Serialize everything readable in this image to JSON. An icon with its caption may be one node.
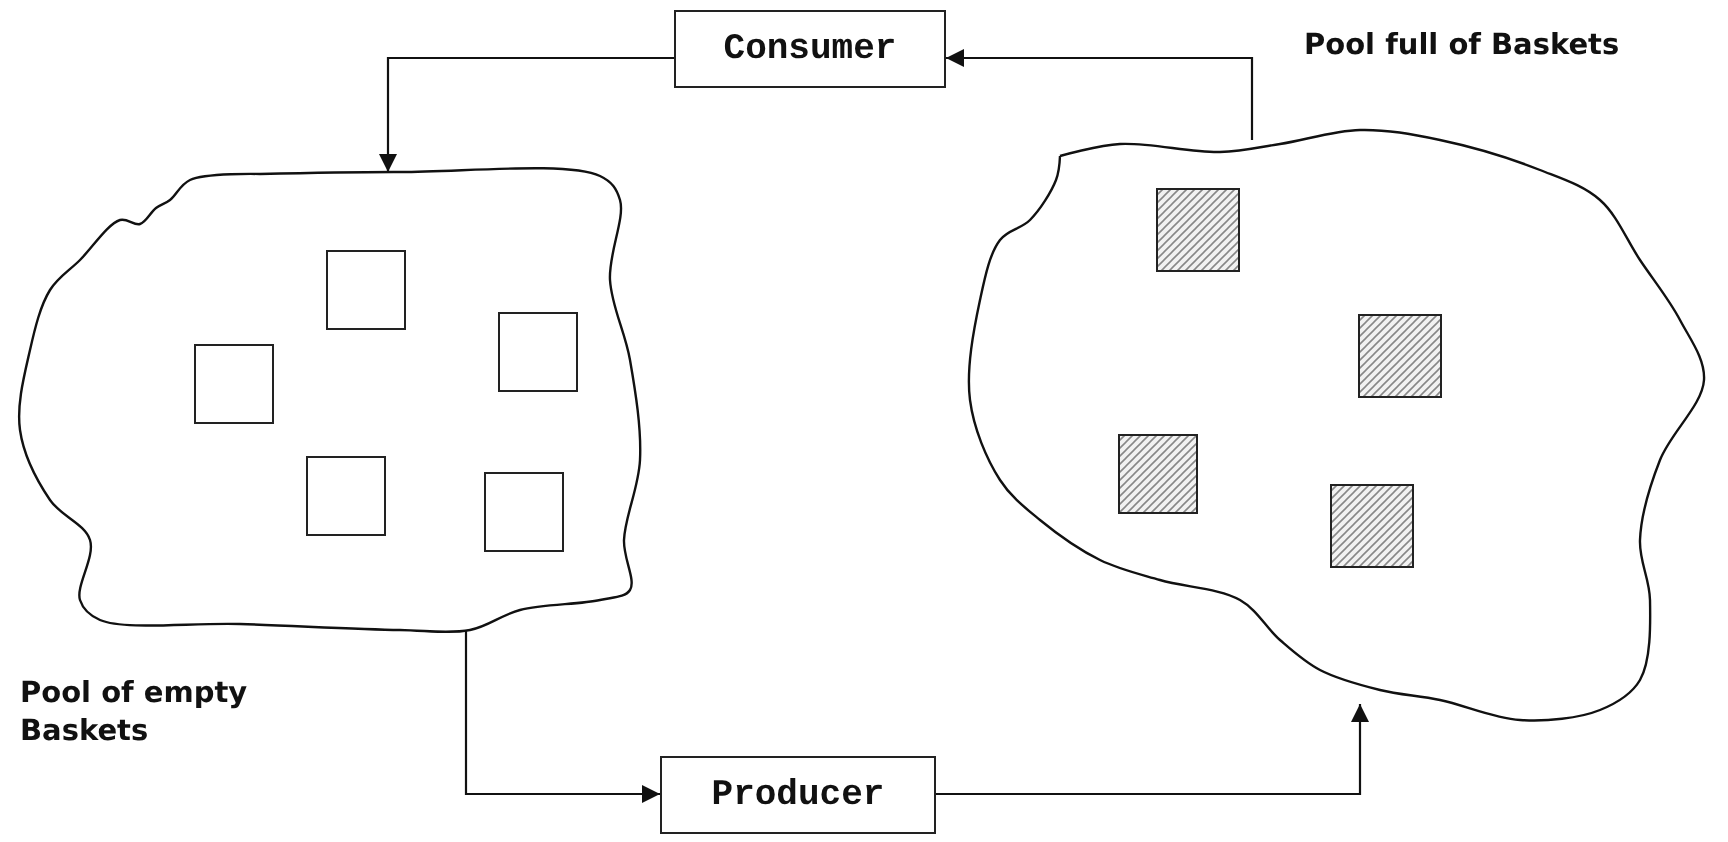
{
  "diagram": {
    "nodes": [
      {
        "text": [
          "Consumer"
        ]
      },
      {
        "text": [],
        "shape": "cloud",
        "beside": [
          "Pool of empty Baskets"
        ]
      },
      {
        "text": [],
        "shape": "box",
        "in": 1
      },
      {
        "text": [],
        "shape": "box",
        "in": 1
      },
      {
        "text": [],
        "shape": "box",
        "in": 1
      },
      {
        "text": [],
        "shape": "box",
        "in": 1
      },
      {
        "text": [],
        "shape": "box",
        "in": 1
      },
      {
        "text": [],
        "shape": "cloud",
        "beside": [
          "Pool full of Baskets"
        ]
      },
      {
        "text": [],
        "shape": "box",
        "in": 7
      },
      {
        "text": [],
        "shape": "box",
        "in": 7
      },
      {
        "text": [],
        "shape": "box",
        "in": 7
      },
      {
        "text": [],
        "shape": "box",
        "in": 7
      },
      {
        "text": [
          "Producer"
        ]
      }
    ],
    "edges": [
      {
        "from": 7,
        "to": 0,
        "arrow": "to"
      },
      {
        "from": 0,
        "to": 1,
        "arrow": "to"
      },
      {
        "from": 1,
        "to": 12,
        "arrow": "to"
      },
      {
        "from": 12,
        "to": 7,
        "arrow": "to"
      }
    ]
  }
}
